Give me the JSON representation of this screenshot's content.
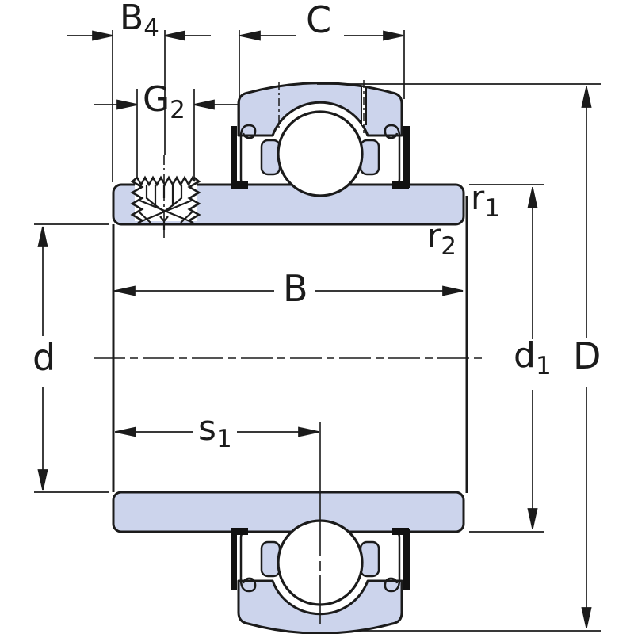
{
  "drawing": {
    "colors": {
      "section_fill": "#ccd4ec",
      "line": "#1b1b1b",
      "background": "#ffffff",
      "seal": "#111111",
      "ball": "#ffffff"
    },
    "labels": {
      "B4": {
        "base": "B",
        "sub": "4"
      },
      "C": {
        "base": "C",
        "sub": ""
      },
      "G2": {
        "base": "G",
        "sub": "2"
      },
      "r1": {
        "base": "r",
        "sub": "1"
      },
      "r2": {
        "base": "r",
        "sub": "2"
      },
      "B": {
        "base": "B",
        "sub": ""
      },
      "d": {
        "base": "d",
        "sub": ""
      },
      "s1": {
        "base": "s",
        "sub": "1"
      },
      "d1": {
        "base": "d",
        "sub": "1"
      },
      "D": {
        "base": "D",
        "sub": ""
      }
    }
  }
}
